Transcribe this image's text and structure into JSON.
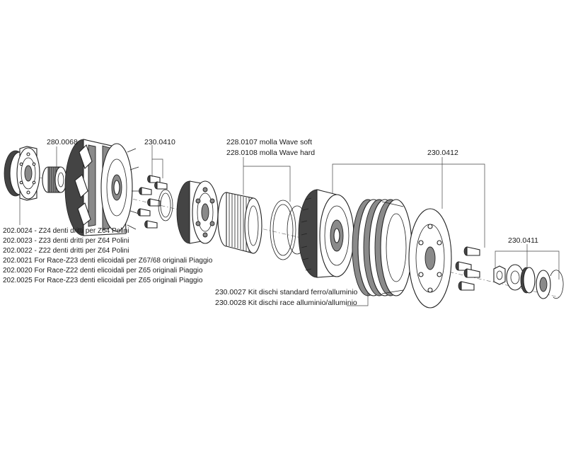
{
  "labels": {
    "p280_0068": "280.0068",
    "p230_0410": "230.0410",
    "p228_0107": "228.0107 molla Wave soft",
    "p228_0108": "228.0108  molla Wave hard",
    "p230_0412": "230.0412",
    "p230_0411": "230.0411",
    "p230_0027": "230.0027 Kit dischi standard ferro/alluminio",
    "p230_0028": "230.0028 Kit dischi race alluminio/alluminio"
  },
  "pinion_codes": [
    "202.0024 - Z24 denti dritti per Z64 Polini",
    "202.0023 - Z23 denti dritti per Z64 Polini",
    "202.0022 - Z22 denti dritti per Z64 Polini",
    "202.0021 For Race-Z23 denti elicoidali per Z67/68 originali Piaggio",
    "202.0020 For Race-Z22 denti elicoidali per Z65 originali Piaggio",
    "202.0025 For Race-Z23 denti elicoidali per Z65 originali Piaggio"
  ]
}
